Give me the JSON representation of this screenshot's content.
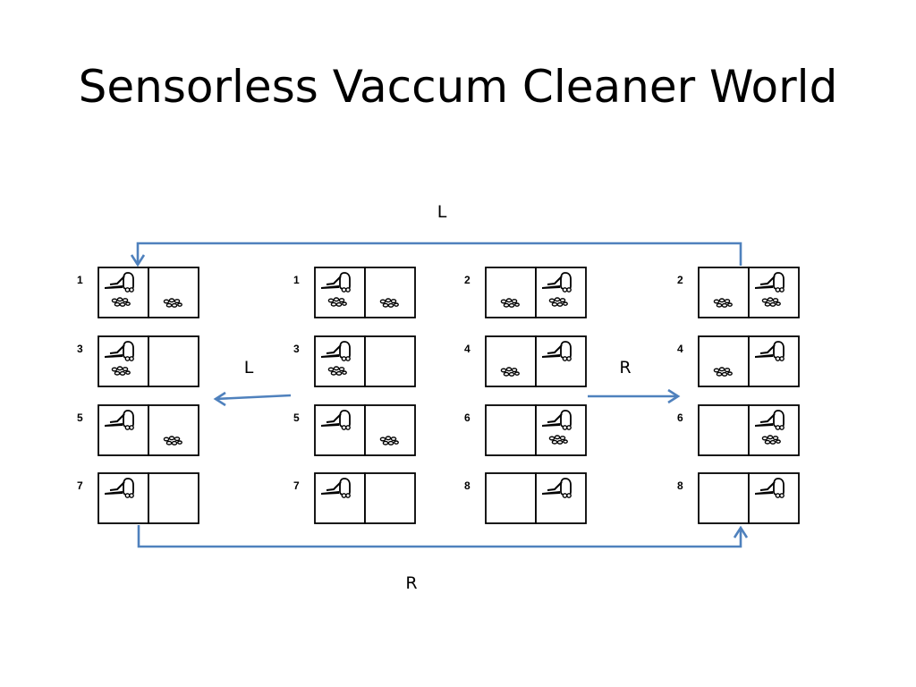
{
  "title": "Sensorless Vaccum Cleaner World",
  "colors": {
    "arrow": "#4f81bd",
    "cell_border": "#000000"
  },
  "arrow_labels": {
    "top": "L",
    "bottom": "R",
    "middle_left": "L",
    "middle_right": "R"
  },
  "belief_states": [
    {
      "name": "initial-left",
      "states": [
        {
          "num": "1",
          "robot": "left",
          "dirt": [
            "left",
            "right"
          ]
        },
        {
          "num": "3",
          "robot": "left",
          "dirt": [
            "left"
          ]
        },
        {
          "num": "5",
          "robot": "left",
          "dirt": [
            "right"
          ]
        },
        {
          "num": "7",
          "robot": "left",
          "dirt": []
        }
      ]
    },
    {
      "name": "left-copy",
      "states": [
        {
          "num": "1",
          "robot": "left",
          "dirt": [
            "left",
            "right"
          ]
        },
        {
          "num": "3",
          "robot": "left",
          "dirt": [
            "left"
          ]
        },
        {
          "num": "5",
          "robot": "left",
          "dirt": [
            "right"
          ]
        },
        {
          "num": "7",
          "robot": "left",
          "dirt": []
        }
      ]
    },
    {
      "name": "right-copy",
      "states": [
        {
          "num": "2",
          "robot": "right",
          "dirt": [
            "left",
            "right"
          ]
        },
        {
          "num": "4",
          "robot": "right",
          "dirt": [
            "left"
          ]
        },
        {
          "num": "6",
          "robot": "right",
          "dirt": [
            "right"
          ]
        },
        {
          "num": "8",
          "robot": "right",
          "dirt": []
        }
      ]
    },
    {
      "name": "final-right",
      "states": [
        {
          "num": "2",
          "robot": "right",
          "dirt": [
            "left",
            "right"
          ]
        },
        {
          "num": "4",
          "robot": "right",
          "dirt": [
            "left"
          ]
        },
        {
          "num": "6",
          "robot": "right",
          "dirt": [
            "right"
          ]
        },
        {
          "num": "8",
          "robot": "right",
          "dirt": []
        }
      ]
    }
  ]
}
